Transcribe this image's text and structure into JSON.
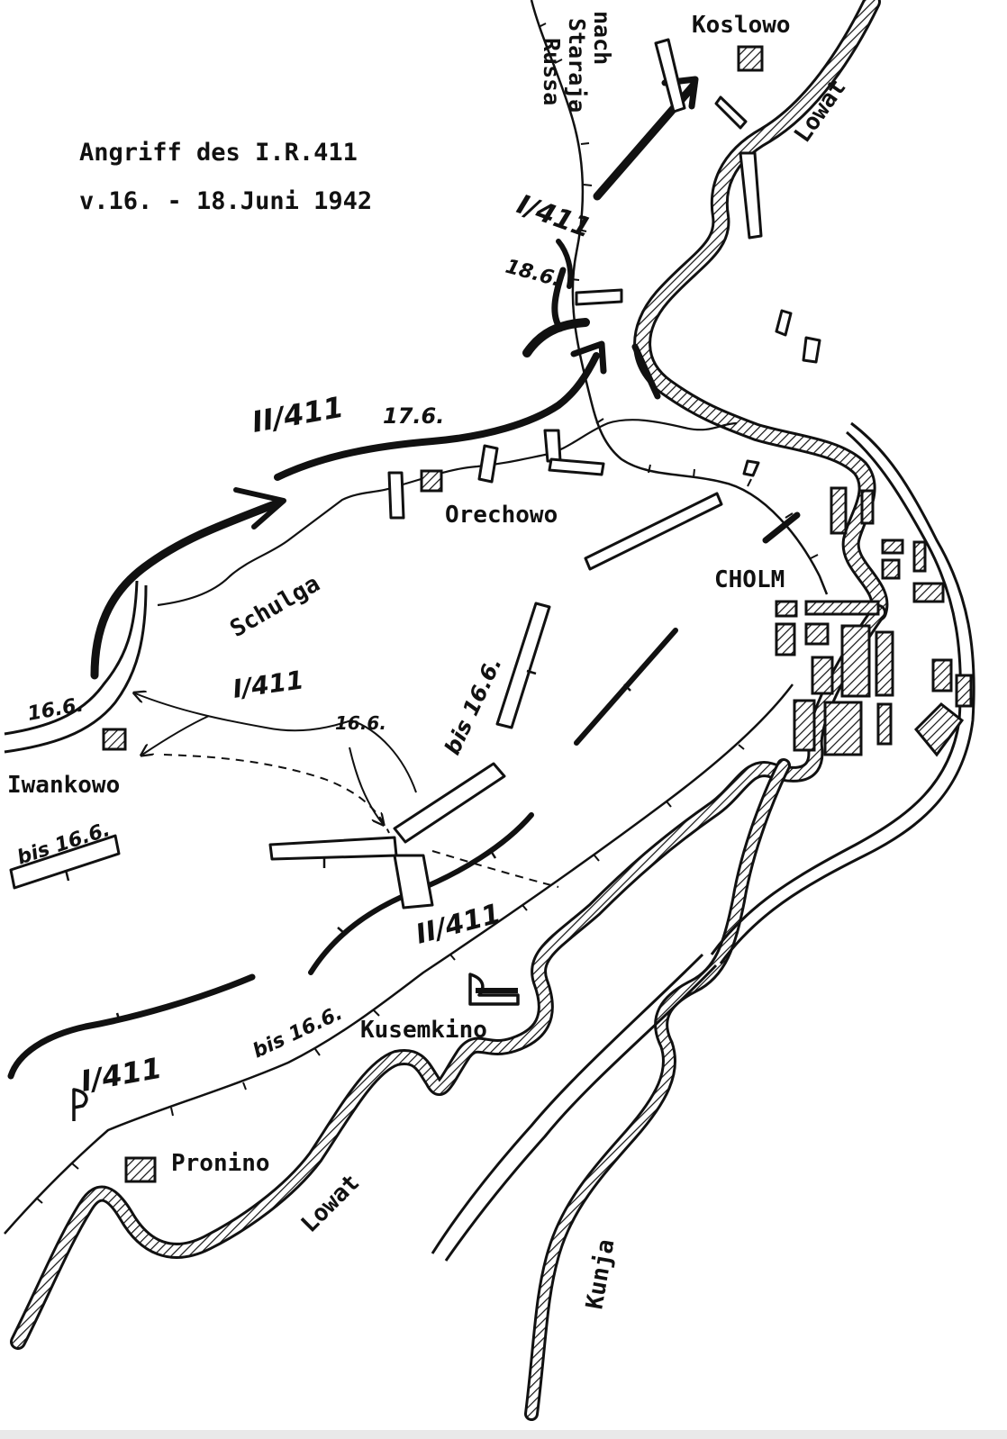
{
  "map": {
    "title_line1": "Angriff des I.R.411",
    "title_line2": "v.16. - 18.Juni 1942",
    "places": {
      "koslowo": "Koslowo",
      "orechowo": "Orechowo",
      "cholm": "CHOLM",
      "iwankowo": "Iwankowo",
      "kusemkino": "Kusemkino",
      "pronino": "Pronino"
    },
    "rivers": {
      "lowat_north": "Lowat",
      "lowat_south": "Lowat",
      "schulga": "Schulga",
      "kunja": "Kunja"
    },
    "road_label": {
      "line1": "nach",
      "line2": "Staraja",
      "line3": "Russa"
    },
    "units": {
      "i_411_north": "I/411",
      "ii_411_north": "II/411",
      "i_411_center": "I/411",
      "ii_411_south": "II/411",
      "i_411_south": "I/411"
    },
    "dates": {
      "d_18_6": "18.6.",
      "d_17_6": "17.6.",
      "d_16_6_center": "16.6.",
      "d_16_6_west": "16.6.",
      "bis_16_6_center": "bis 16.6.",
      "bis_16_6_west": "bis 16.6.",
      "bis_16_6_south": "bis 16.6."
    },
    "colors": {
      "ink": "#111111",
      "paper": "#ffffff"
    }
  }
}
